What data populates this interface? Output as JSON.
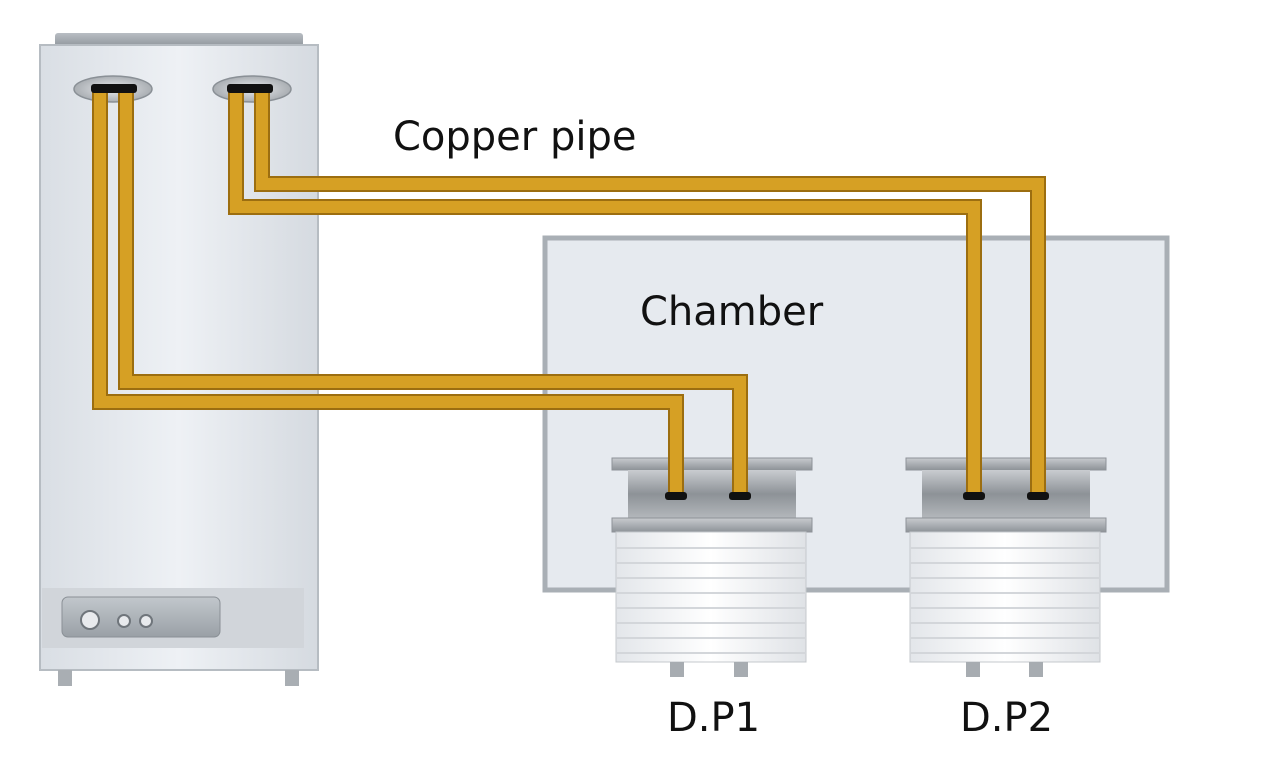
{
  "labels": {
    "copper_pipe": "Copper pipe",
    "chamber": "Chamber",
    "dp1": "D.P1",
    "dp2": "D.P2"
  },
  "colors": {
    "pipe": "#d19a1e",
    "pipe_edge": "#9c6e10",
    "cabinet": "#e8ecf1",
    "cabinet_edge": "#b9bfc6",
    "chamber": "#e7ebf0",
    "chamber_edge": "#aab0b6",
    "pump_body": "#f4f5f7",
    "pump_head": "#9ea3a8"
  }
}
